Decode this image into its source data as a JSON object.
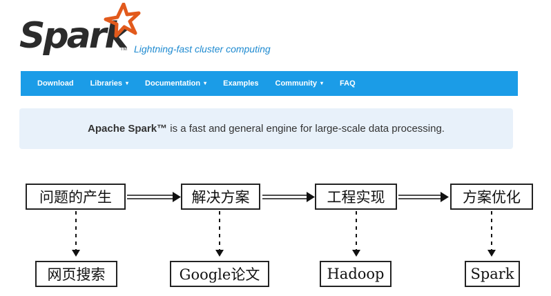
{
  "header": {
    "logo_text": "Spark",
    "logo_tm": "TM",
    "tagline": "Lightning-fast cluster computing"
  },
  "nav": {
    "items": [
      {
        "label": "Download",
        "dropdown": false
      },
      {
        "label": "Libraries",
        "dropdown": true
      },
      {
        "label": "Documentation",
        "dropdown": true
      },
      {
        "label": "Examples",
        "dropdown": false
      },
      {
        "label": "Community",
        "dropdown": true
      },
      {
        "label": "FAQ",
        "dropdown": false
      }
    ],
    "caret": "▾",
    "color": "#1b9ce7"
  },
  "jumbotron": {
    "bold_text": "Apache Spark™",
    "rest_text": " is a fast and general engine for large-scale data processing."
  },
  "diagram": {
    "stages": [
      {
        "label": "问题的产生",
        "example": "网页搜索"
      },
      {
        "label": "解决方案",
        "example": "Google论文"
      },
      {
        "label": "工程实现",
        "example": "Hadoop"
      },
      {
        "label": "方案优化",
        "example": "Spark"
      }
    ]
  }
}
